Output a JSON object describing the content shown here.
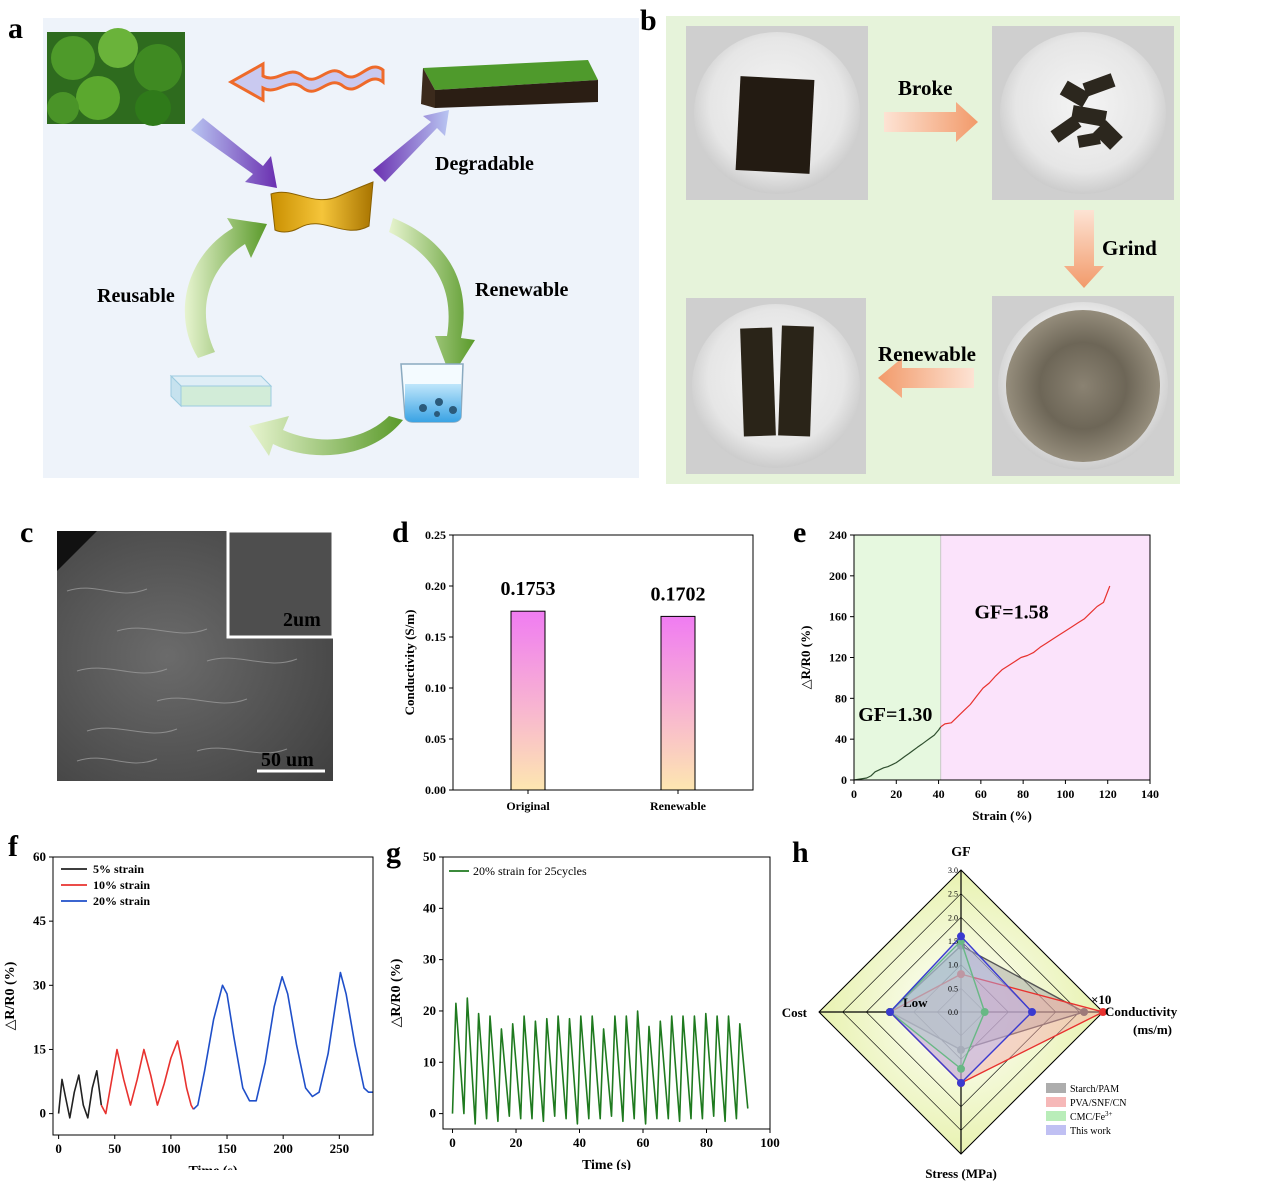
{
  "panel_labels": {
    "a": "a",
    "b": "b",
    "c": "c",
    "d": "d",
    "e": "e",
    "f": "f",
    "g": "g",
    "h": "h"
  },
  "panel_a": {
    "degradable": "Degradable",
    "renewable": "Renewable",
    "reusable": "Reusable"
  },
  "panel_b": {
    "broke": "Broke",
    "grind": "Grind",
    "renewable": "Renewable"
  },
  "panel_c": {
    "inset_scale": "2um",
    "main_scale": "50 um"
  },
  "colors": {
    "panel_a_bg": "#eef3fa",
    "panel_b_bg": "#e6f3da",
    "arrow_orange": "#f29a6a",
    "red": "#e8322f",
    "green": "#1f7a1f",
    "blue": "#1f4fc9",
    "black": "#222222"
  },
  "chart_data": [
    {
      "id": "d",
      "type": "bar",
      "categories": [
        "Original",
        "Renewable"
      ],
      "values": [
        0.1753,
        0.1702
      ],
      "data_labels": [
        "0.1753",
        "0.1702"
      ],
      "ylabel": "Conductivity (S/m)",
      "ylim": [
        0,
        0.25
      ],
      "yticks": [
        "0.00",
        "0.05",
        "0.10",
        "0.15",
        "0.20",
        "0.25"
      ]
    },
    {
      "id": "e",
      "type": "line",
      "xlabel": "Strain (%)",
      "ylabel": "△R/R0 (%)",
      "xlim": [
        0,
        140
      ],
      "ylim": [
        0,
        240
      ],
      "xticks": [
        "0",
        "20",
        "40",
        "60",
        "80",
        "100",
        "120",
        "140"
      ],
      "yticks": [
        "0",
        "40",
        "80",
        "120",
        "160",
        "200",
        "240"
      ],
      "annotations": [
        "GF=1.30",
        "GF=1.58"
      ],
      "shaded_regions": [
        {
          "from": 0,
          "to": 41,
          "color": "#e6f8df"
        },
        {
          "from": 41,
          "to": 140,
          "color": "#fbe3fb"
        }
      ],
      "series": [
        {
          "color": "#2f4f2f",
          "x": [
            0,
            3,
            6,
            8,
            10,
            12,
            14,
            16,
            18,
            20,
            22,
            24,
            26,
            28,
            30,
            32,
            34,
            36,
            38,
            40,
            41
          ],
          "y": [
            0,
            1,
            2,
            4,
            8,
            10,
            12,
            13,
            15,
            17,
            20,
            23,
            26,
            29,
            32,
            35,
            38,
            41,
            44,
            49,
            52
          ]
        },
        {
          "color": "#e8322f",
          "x": [
            41,
            43,
            46,
            49,
            52,
            55,
            58,
            61,
            64,
            67,
            70,
            73,
            76,
            79,
            82,
            85,
            88,
            91,
            94,
            97,
            100,
            103,
            106,
            109,
            112,
            115,
            118,
            121
          ],
          "y": [
            52,
            55,
            56,
            62,
            68,
            74,
            82,
            90,
            95,
            102,
            108,
            112,
            116,
            120,
            122,
            125,
            130,
            134,
            138,
            142,
            146,
            150,
            154,
            158,
            164,
            170,
            174,
            190
          ]
        }
      ]
    },
    {
      "id": "f",
      "type": "line",
      "xlabel": "Time (s)",
      "ylabel": "△R/R0 (%)",
      "xlim": [
        -5,
        280
      ],
      "ylim": [
        -5,
        60
      ],
      "xticks": [
        "0",
        "50",
        "100",
        "150",
        "200",
        "250"
      ],
      "yticks": [
        "0",
        "15",
        "30",
        "45",
        "60"
      ],
      "legend_position": "top-left",
      "series": [
        {
          "name": "5% strain",
          "color": "#222222",
          "x": [
            0,
            3,
            6,
            10,
            14,
            18,
            22,
            26,
            30,
            34,
            38
          ],
          "y": [
            0,
            8,
            4,
            -1,
            5,
            9,
            2,
            -1,
            6,
            10,
            2
          ]
        },
        {
          "name": "10% strain",
          "color": "#e8322f",
          "x": [
            38,
            42,
            46,
            52,
            58,
            64,
            70,
            76,
            82,
            88,
            94,
            100,
            106,
            110,
            114,
            118,
            120
          ],
          "y": [
            2,
            0,
            6,
            15,
            8,
            2,
            8,
            15,
            9,
            2,
            7,
            13,
            17,
            12,
            6,
            2,
            1
          ]
        },
        {
          "name": "20% strain",
          "color": "#1f4fc9",
          "x": [
            120,
            124,
            130,
            138,
            146,
            150,
            156,
            164,
            170,
            176,
            184,
            192,
            199,
            204,
            212,
            220,
            226,
            232,
            240,
            248,
            251,
            256,
            264,
            272,
            276,
            280
          ],
          "y": [
            1,
            2,
            10,
            22,
            30,
            28,
            18,
            6,
            3,
            3,
            12,
            25,
            32,
            28,
            16,
            6,
            4,
            5,
            14,
            28,
            33,
            28,
            16,
            6,
            5,
            5
          ]
        }
      ]
    },
    {
      "id": "g",
      "type": "line",
      "xlabel": "Time (s)",
      "ylabel": "△R/R0 (%)",
      "xlim": [
        -3,
        100
      ],
      "ylim": [
        -3,
        50
      ],
      "xticks": [
        "0",
        "20",
        "40",
        "60",
        "80",
        "100"
      ],
      "yticks": [
        "0",
        "10",
        "20",
        "30",
        "40",
        "50"
      ],
      "legend_position": "top-left",
      "series": [
        {
          "name": "20% strain for 25cycles",
          "color": "#1f7a1f",
          "cycles": 26,
          "t_start": 0,
          "t_end": 93,
          "peaks": [
            21.5,
            22.5,
            19.5,
            19,
            16.5,
            17.5,
            19,
            18,
            18.5,
            19,
            18.5,
            19,
            19,
            16.5,
            19,
            19,
            20,
            17,
            18,
            19,
            19,
            19,
            19.5,
            19,
            19,
            17.5
          ],
          "troughs": [
            0,
            -2,
            -1,
            -1.5,
            -0.5,
            -1,
            -1,
            -1.5,
            -0.5,
            -1,
            -2,
            -1,
            -1,
            -0.5,
            -1.5,
            -1,
            -2,
            -1,
            -1,
            -1.5,
            -1,
            -1,
            -0.5,
            -1.5,
            -1,
            1
          ]
        }
      ]
    },
    {
      "id": "h",
      "type": "radar",
      "axes": [
        "GF",
        "Conductivity (ms/m)",
        "Stress (MPa)",
        "Cost"
      ],
      "axis_extra_labels": {
        "conductivity_multiplier": "×10",
        "cost_low": "Low"
      },
      "rlim": [
        0,
        3.0
      ],
      "rticks": [
        "0.0",
        "0.5",
        "1.0",
        "1.5",
        "2.0",
        "2.5",
        "3.0"
      ],
      "series": [
        {
          "name": "Starch/PAM",
          "color": "#555555",
          "fill": "#999999",
          "values": [
            1.4,
            2.6,
            0.8,
            1.5
          ]
        },
        {
          "name": "PVA/SNF/CN",
          "color": "#e8322f",
          "fill": "#f4a6a6",
          "values": [
            0.8,
            3.0,
            1.5,
            1.5
          ]
        },
        {
          "name": "CMC/Fe3+",
          "color": "#2fbf2f",
          "fill": "#a8e8a8",
          "values": [
            1.5,
            0.5,
            1.2,
            1.5
          ]
        },
        {
          "name": "This work",
          "color": "#3a3ad0",
          "fill": "#b0b0f0",
          "values": [
            1.6,
            1.5,
            1.5,
            1.5
          ]
        }
      ]
    }
  ]
}
